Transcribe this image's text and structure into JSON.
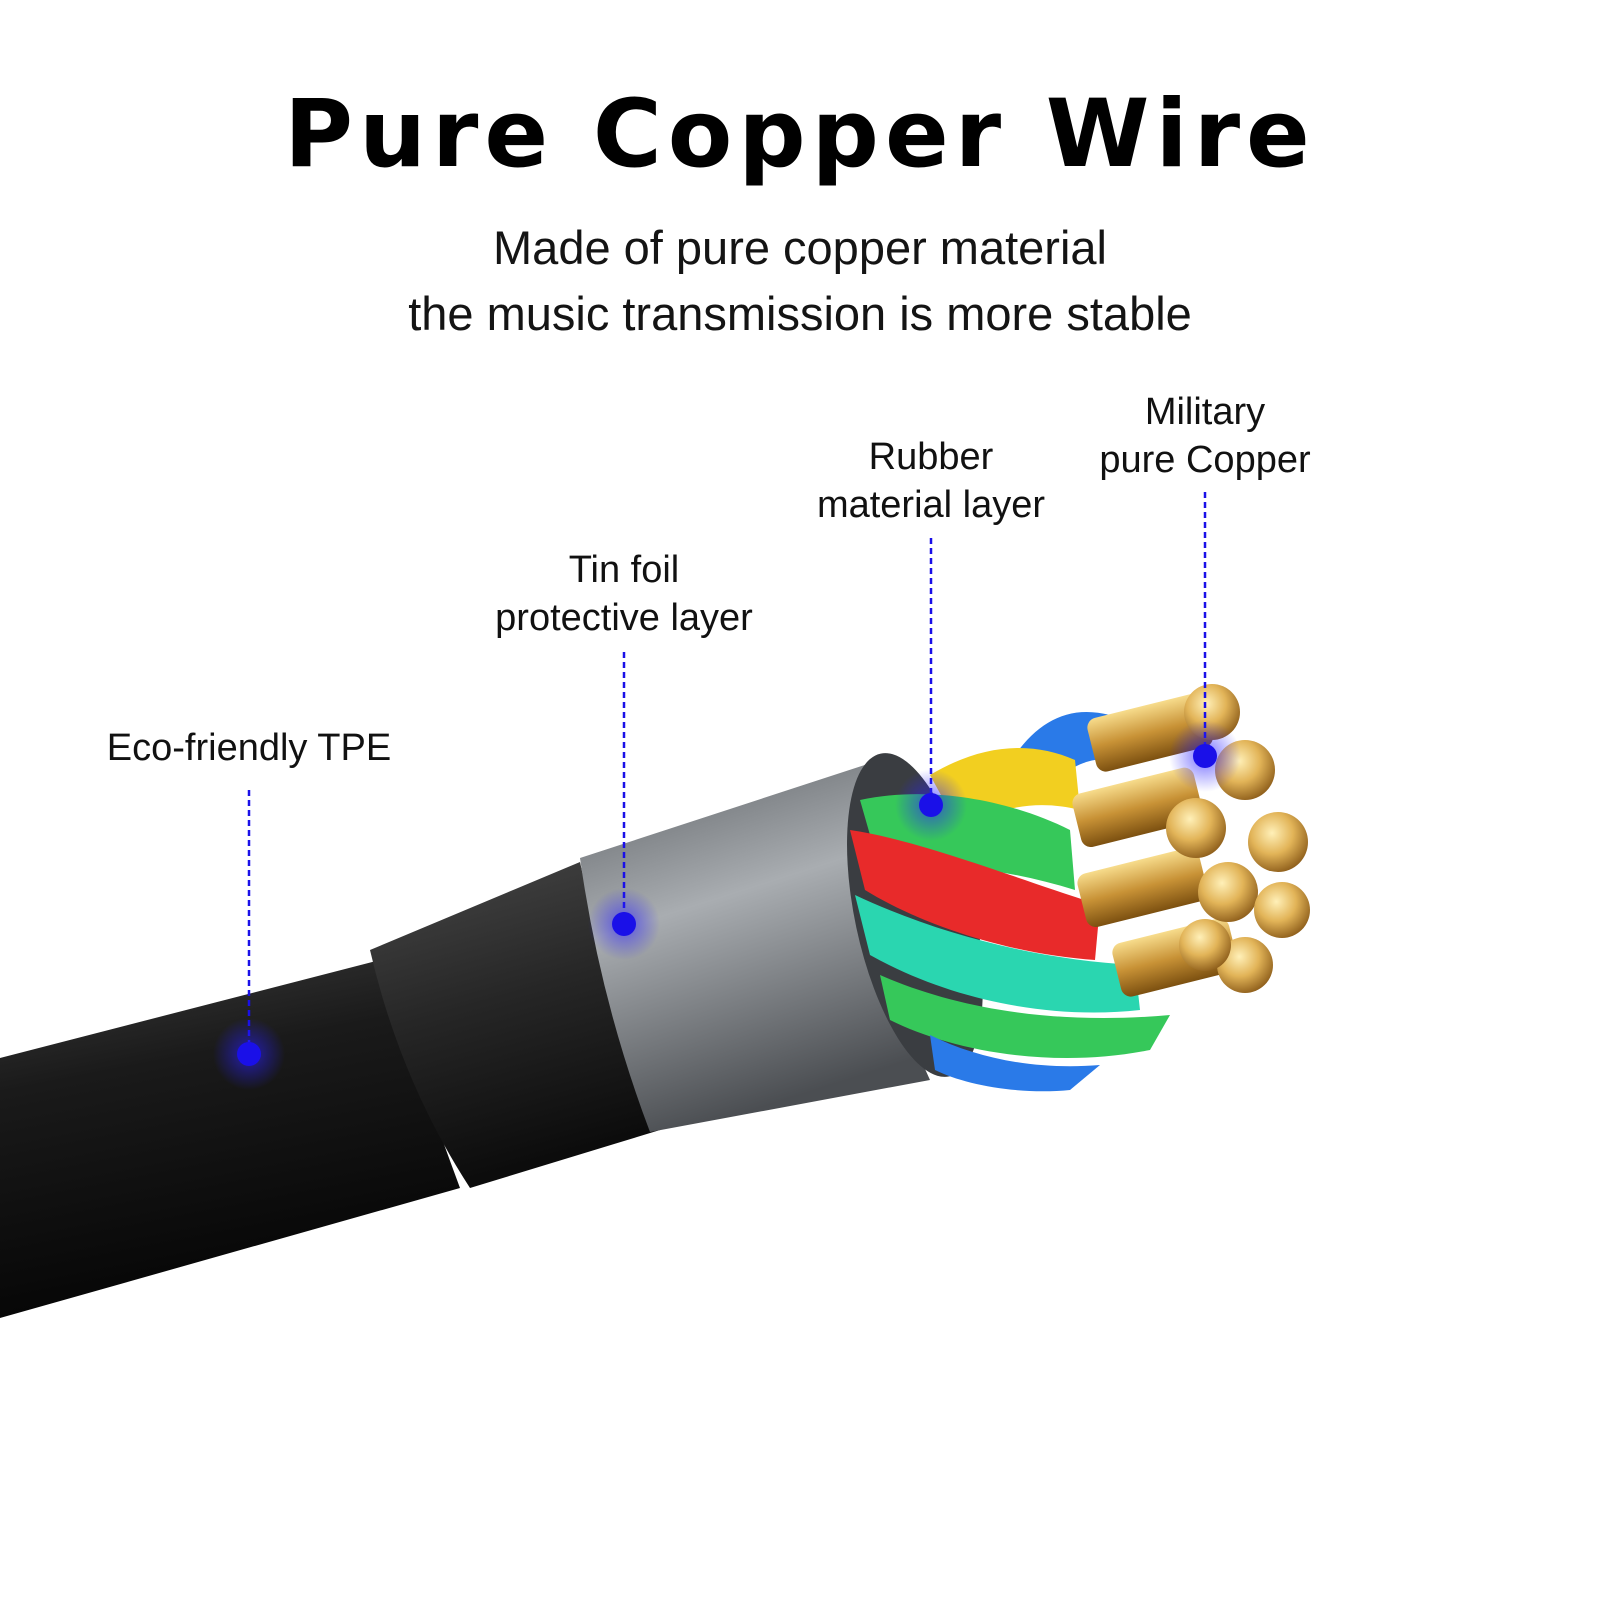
{
  "header": {
    "title": "Pure Copper Wire",
    "subtitle_line1": "Made of pure copper material",
    "subtitle_line2": "the music transmission is more stable"
  },
  "callouts": [
    {
      "lines": [
        "Eco-friendly TPE"
      ]
    },
    {
      "lines": [
        "Tin foil",
        "protective layer"
      ]
    },
    {
      "lines": [
        "Rubber",
        "material layer"
      ]
    },
    {
      "lines": [
        "Military",
        "pure Copper"
      ]
    }
  ],
  "colors": {
    "background": "#ffffff",
    "callout_marker": "#1a10e8",
    "outer_jacket": "#141414",
    "foil": "#8e9296",
    "copper": "#d8a64a",
    "wire_colors": [
      "#e82a2a",
      "#36c85a",
      "#2ad6b0",
      "#f2cf20",
      "#2a7ae8"
    ]
  }
}
